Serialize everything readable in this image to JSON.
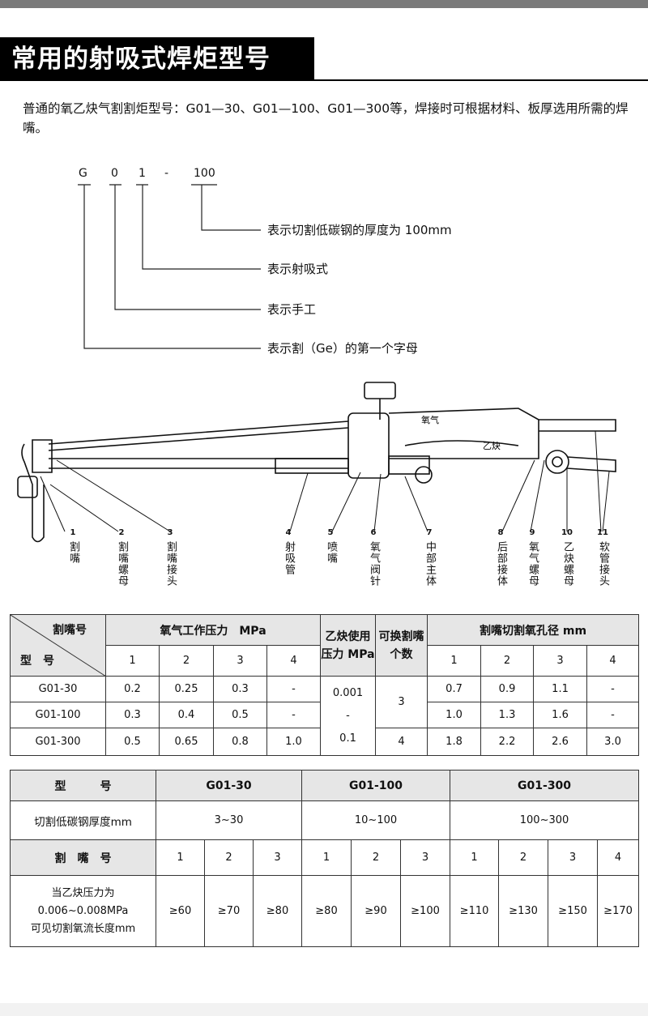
{
  "title": "常用的射吸式焊炬型号",
  "intro": "普通的氧乙炔气割割炬型号：G01—30、G01—100、G01—300等，焊接时可根据材料、板厚选用所需的焊嘴。",
  "model_code": {
    "letters": [
      "G",
      "0",
      "1",
      "-",
      "100"
    ],
    "callouts": [
      "表示切割低碳钢的厚度为 100mm",
      "表示射吸式",
      "表示手工",
      "表示割（Ge）的第一个字母"
    ]
  },
  "torch_diagram": {
    "inline_labels": [
      "氧气",
      "乙炔"
    ],
    "parts": [
      {
        "num": "1",
        "name": "割嘴"
      },
      {
        "num": "2",
        "name": "割嘴螺母"
      },
      {
        "num": "3",
        "name": "割嘴接头"
      },
      {
        "num": "4",
        "name": "射吸管"
      },
      {
        "num": "5",
        "name": "喷嘴"
      },
      {
        "num": "6",
        "name": "氧气阀针"
      },
      {
        "num": "7",
        "name": "中部主体"
      },
      {
        "num": "8",
        "name": "后部接体"
      },
      {
        "num": "9",
        "name": "氧气螺母"
      },
      {
        "num": "10",
        "name": "乙炔螺母"
      },
      {
        "num": "11",
        "name": "软管接头"
      }
    ]
  },
  "table1": {
    "corner_top": "割嘴号",
    "corner_bottom": "型　号",
    "oxygen_header": "氧气工作压力　MPa",
    "acetylene_header": "乙炔使用压力 MPa",
    "changeable_header": "可换割嘴个数",
    "bore_header": "割嘴切割氧孔径 mm",
    "sub_numbers": [
      "1",
      "2",
      "3",
      "4"
    ],
    "acetylene_values": [
      "0.001",
      "-",
      "0.1"
    ],
    "changeable_values": [
      "3",
      "4"
    ],
    "rows": [
      {
        "model": "G01-30",
        "oxygen": [
          "0.2",
          "0.25",
          "0.3",
          "-"
        ],
        "bore": [
          "0.7",
          "0.9",
          "1.1",
          "-"
        ]
      },
      {
        "model": "G01-100",
        "oxygen": [
          "0.3",
          "0.4",
          "0.5",
          "-"
        ],
        "bore": [
          "1.0",
          "1.3",
          "1.6",
          "-"
        ]
      },
      {
        "model": "G01-300",
        "oxygen": [
          "0.5",
          "0.65",
          "0.8",
          "1.0"
        ],
        "bore": [
          "1.8",
          "2.2",
          "2.6",
          "3.0"
        ]
      }
    ]
  },
  "table2": {
    "model_label": "型　　　号",
    "models": [
      "G01-30",
      "G01-100",
      "G01-300"
    ],
    "thickness_label": "切割低碳钢厚度mm",
    "thickness": [
      "3~30",
      "10~100",
      "100~300"
    ],
    "nozzle_label": "割　嘴　号",
    "nozzle_numbers": [
      "1",
      "2",
      "3",
      "1",
      "2",
      "3",
      "1",
      "2",
      "3",
      "4"
    ],
    "length_label_lines": [
      "当乙炔压力为",
      "0.006~0.008MPa",
      "可见切割氧流长度mm"
    ],
    "lengths": [
      "≥60",
      "≥70",
      "≥80",
      "≥80",
      "≥90",
      "≥100",
      "≥110",
      "≥130",
      "≥150",
      "≥170"
    ]
  }
}
